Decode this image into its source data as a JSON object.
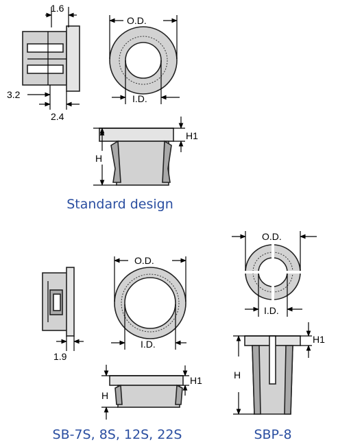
{
  "labels": {
    "std_w1": "1.6",
    "std_w2": "3.2",
    "std_w3": "2.4",
    "std_od": "O.D.",
    "std_id": "I.D.",
    "std_h1": "H1",
    "std_h": "H",
    "sb_w": "1.9",
    "sb_od": "O.D.",
    "sb_id": "I.D.",
    "sb_h1": "H1",
    "sb_h": "H",
    "sbp_od": "O.D.",
    "sbp_id": "I.D.",
    "sbp_h1": "H1",
    "sbp_h": "H"
  },
  "captions": {
    "standard": "Standard design",
    "sb": "SB-7S, 8S, 12S, 22S",
    "sbp": "SBP-8"
  },
  "colors": {
    "caption": "#2a4ea0",
    "part_fill": "#d2d2d2",
    "part_dark": "#a9a9a9"
  }
}
